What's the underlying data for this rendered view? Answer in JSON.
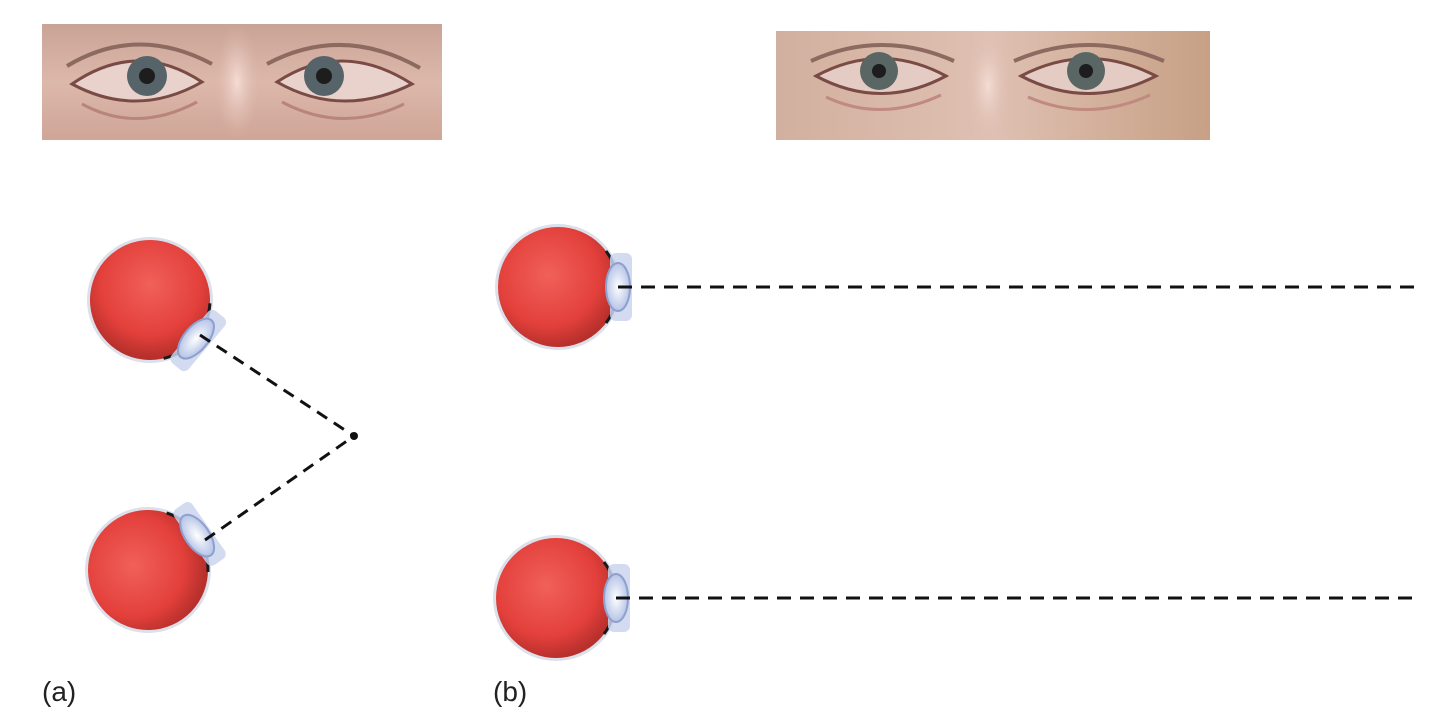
{
  "panels": [
    {
      "label": "(a)",
      "gaze": "converged"
    },
    {
      "label": "(b)",
      "gaze": "parallel"
    }
  ],
  "colors": {
    "eyeball": "#e8443f",
    "eyeball_shadow": "#b5282a",
    "lens": "#c9d4ee",
    "gaze_line": "#111111",
    "skin": "#d9b4a6",
    "background": "#ffffff"
  }
}
